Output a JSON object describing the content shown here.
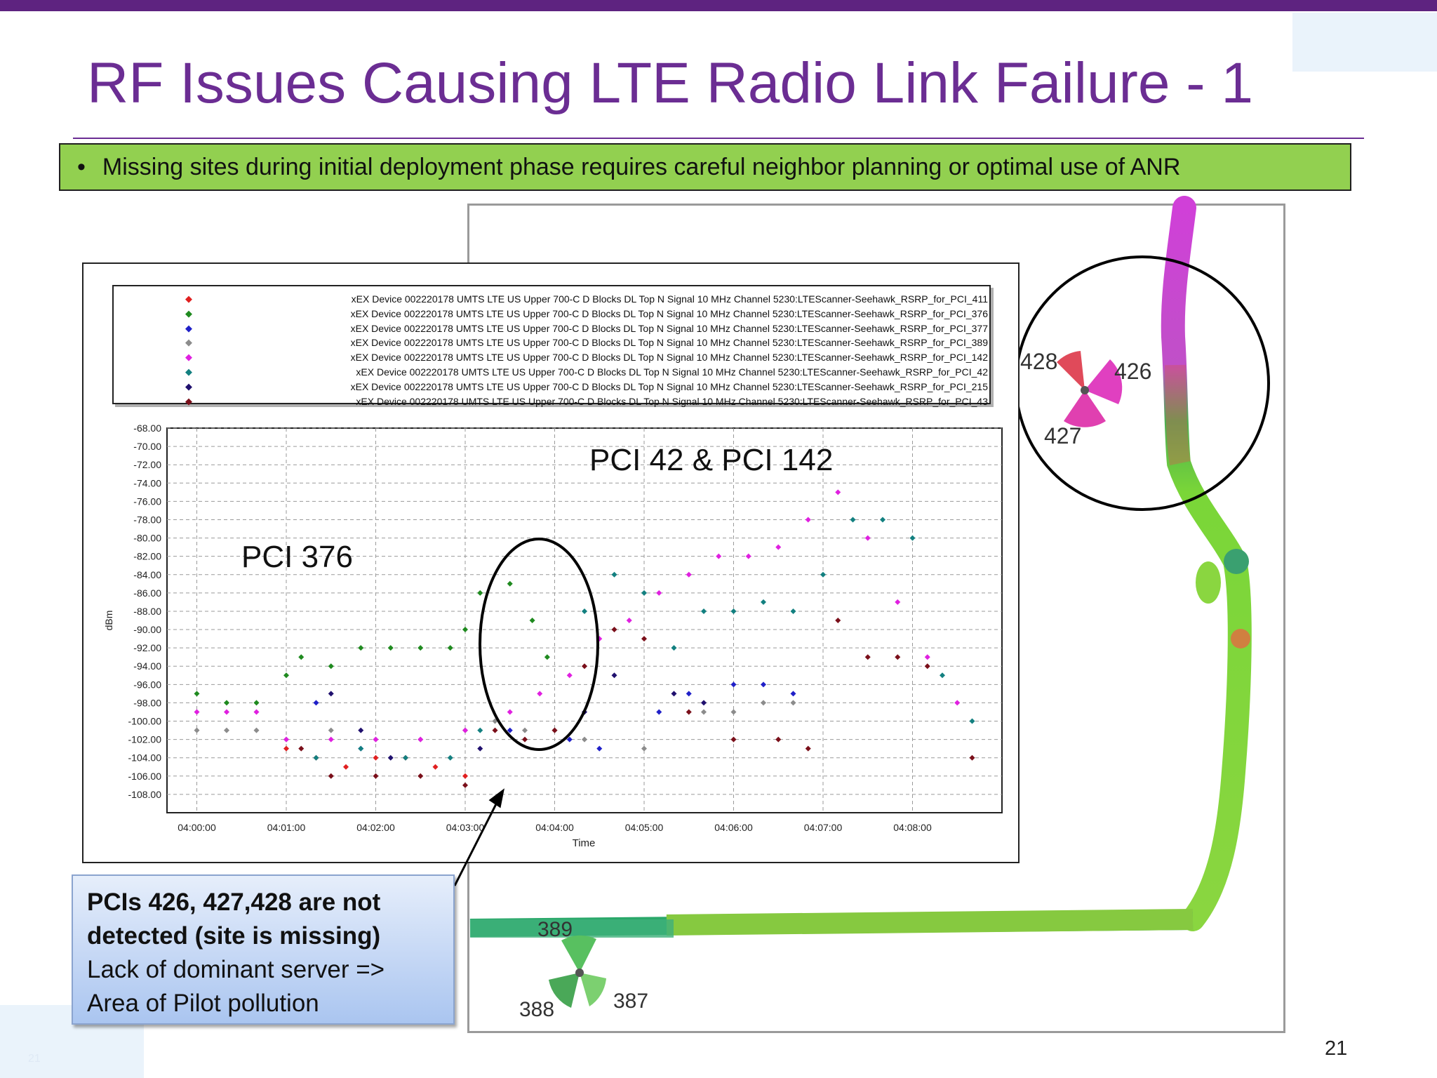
{
  "slide": {
    "title": "RF Issues Causing LTE Radio Link Failure - 1",
    "bullet": "Missing sites during initial deployment phase requires careful neighbor planning or optimal use of ANR",
    "bullet_symbol": "•",
    "page_number": "21",
    "page_number_faint": "21",
    "colors": {
      "title": "#6b2d93",
      "top_bar": "#5e2380",
      "bullet_bg": "#92d050",
      "annotation_bg": "#c3d5f5"
    }
  },
  "annotation": {
    "bold_line1": "PCIs 426, 427,428 are not",
    "bold_line2": "detected (site is missing)",
    "line3": "Lack of dominant server =>",
    "line4": "Area of Pilot pollution"
  },
  "map": {
    "site_missing_labels": [
      "428",
      "426",
      "427"
    ],
    "site_present_labels": [
      "389",
      "388",
      "387"
    ],
    "icons": [
      "missing-site-icon",
      "existing-site-icon"
    ]
  },
  "chart_data": {
    "type": "scatter",
    "title": "",
    "xlabel": "Time",
    "ylabel": "dBm",
    "xlim": [
      "04:00:00",
      "04:09:00"
    ],
    "ylim": [
      -110,
      -68
    ],
    "x_ticks": [
      "04:00:00",
      "04:01:00",
      "04:02:00",
      "04:03:00",
      "04:04:00",
      "04:05:00",
      "04:06:00",
      "04:07:00",
      "04:08:00"
    ],
    "y_ticks": [
      "-68.00",
      "-70.00",
      "-72.00",
      "-74.00",
      "-76.00",
      "-78.00",
      "-80.00",
      "-82.00",
      "-84.00",
      "-86.00",
      "-88.00",
      "-90.00",
      "-92.00",
      "-94.00",
      "-96.00",
      "-98.00",
      "-100.00",
      "-102.00",
      "-104.00",
      "-106.00",
      "-108.00"
    ],
    "grid": true,
    "legend_position": "top",
    "annotations": [
      "PCI 376",
      "PCI 42 & PCI 142"
    ],
    "series": [
      {
        "name": "xEX Device 002220178 UMTS LTE US Upper 700-C D Blocks DL Top N Signal 10 MHz Channel 5230:LTEScanner-Seehawk_RSRP_for_PCI_411",
        "color": "#e02020",
        "marker": "◆",
        "points": [
          [
            "04:01:00",
            -103
          ],
          [
            "04:01:20",
            -104
          ],
          [
            "04:01:40",
            -105
          ],
          [
            "04:02:00",
            -104
          ],
          [
            "04:02:20",
            -104
          ],
          [
            "04:02:40",
            -105
          ],
          [
            "04:03:00",
            -106
          ]
        ]
      },
      {
        "name": "xEX Device 002220178 UMTS LTE US Upper 700-C D Blocks DL Top N Signal 10 MHz Channel 5230:LTEScanner-Seehawk_RSRP_for_PCI_376",
        "color": "#1f8a1f",
        "marker": "◆",
        "points": [
          [
            "04:00:00",
            -97
          ],
          [
            "04:00:20",
            -98
          ],
          [
            "04:00:40",
            -98
          ],
          [
            "04:01:00",
            -95
          ],
          [
            "04:01:10",
            -93
          ],
          [
            "04:01:30",
            -94
          ],
          [
            "04:01:50",
            -92
          ],
          [
            "04:02:10",
            -92
          ],
          [
            "04:02:30",
            -92
          ],
          [
            "04:02:50",
            -92
          ],
          [
            "04:03:00",
            -90
          ],
          [
            "04:03:10",
            -86
          ],
          [
            "04:03:30",
            -85
          ],
          [
            "04:03:45",
            -89
          ],
          [
            "04:03:55",
            -93
          ]
        ]
      },
      {
        "name": "xEX Device 002220178 UMTS LTE US Upper 700-C D Blocks DL Top N Signal 10 MHz Channel 5230:LTEScanner-Seehawk_RSRP_for_PCI_377",
        "color": "#2020c8",
        "marker": "◆",
        "points": [
          [
            "04:01:20",
            -98
          ],
          [
            "04:01:50",
            -103
          ],
          [
            "04:03:30",
            -101
          ],
          [
            "04:04:10",
            -102
          ],
          [
            "04:04:30",
            -103
          ],
          [
            "04:05:10",
            -99
          ],
          [
            "04:05:30",
            -97
          ],
          [
            "04:06:00",
            -96
          ],
          [
            "04:06:20",
            -96
          ],
          [
            "04:06:40",
            -97
          ]
        ]
      },
      {
        "name": "xEX Device 002220178 UMTS LTE US Upper 700-C D Blocks DL Top N Signal 10 MHz Channel 5230:LTEScanner-Seehawk_RSRP_for_PCI_389",
        "color": "#8c8c8c",
        "marker": "◆",
        "points": [
          [
            "04:00:00",
            -101
          ],
          [
            "04:00:20",
            -101
          ],
          [
            "04:00:40",
            -101
          ],
          [
            "04:01:00",
            -102
          ],
          [
            "04:01:30",
            -101
          ],
          [
            "04:02:00",
            -102
          ],
          [
            "04:02:30",
            -102
          ],
          [
            "04:03:00",
            -101
          ],
          [
            "04:03:20",
            -100
          ],
          [
            "04:03:40",
            -101
          ],
          [
            "04:04:00",
            -101
          ],
          [
            "04:04:20",
            -102
          ],
          [
            "04:05:00",
            -103
          ],
          [
            "04:05:40",
            -99
          ],
          [
            "04:06:00",
            -99
          ],
          [
            "04:06:20",
            -98
          ],
          [
            "04:06:40",
            -98
          ]
        ]
      },
      {
        "name": "xEX Device 002220178 UMTS LTE US Upper 700-C D Blocks DL Top N Signal 10 MHz Channel 5230:LTEScanner-Seehawk_RSRP_for_PCI_142",
        "color": "#e020e0",
        "marker": "◆",
        "points": [
          [
            "04:00:00",
            -99
          ],
          [
            "04:00:20",
            -99
          ],
          [
            "04:00:40",
            -99
          ],
          [
            "04:01:00",
            -102
          ],
          [
            "04:01:30",
            -102
          ],
          [
            "04:02:00",
            -102
          ],
          [
            "04:02:30",
            -102
          ],
          [
            "04:03:00",
            -101
          ],
          [
            "04:03:30",
            -99
          ],
          [
            "04:03:50",
            -97
          ],
          [
            "04:04:10",
            -95
          ],
          [
            "04:04:30",
            -91
          ],
          [
            "04:04:50",
            -89
          ],
          [
            "04:05:10",
            -86
          ],
          [
            "04:05:30",
            -84
          ],
          [
            "04:05:50",
            -82
          ],
          [
            "04:06:10",
            -82
          ],
          [
            "04:06:30",
            -81
          ],
          [
            "04:06:50",
            -78
          ],
          [
            "04:07:10",
            -75
          ],
          [
            "04:07:30",
            -80
          ],
          [
            "04:07:50",
            -87
          ],
          [
            "04:08:10",
            -93
          ],
          [
            "04:08:30",
            -98
          ]
        ]
      },
      {
        "name": "xEX Device 002220178 UMTS LTE US Upper 700-C D Blocks DL Top N Signal 10 MHz Channel 5230:LTEScanner-Seehawk_RSRP_for_PCI_42",
        "color": "#138080",
        "marker": "◆",
        "points": [
          [
            "04:01:20",
            -104
          ],
          [
            "04:01:50",
            -103
          ],
          [
            "04:02:20",
            -104
          ],
          [
            "04:02:50",
            -104
          ],
          [
            "04:03:10",
            -101
          ],
          [
            "04:04:20",
            -88
          ],
          [
            "04:04:40",
            -84
          ],
          [
            "04:05:00",
            -86
          ],
          [
            "04:05:20",
            -92
          ],
          [
            "04:05:40",
            -88
          ],
          [
            "04:06:00",
            -88
          ],
          [
            "04:06:20",
            -87
          ],
          [
            "04:06:40",
            -88
          ],
          [
            "04:07:00",
            -84
          ],
          [
            "04:07:20",
            -78
          ],
          [
            "04:07:40",
            -78
          ],
          [
            "04:08:00",
            -80
          ],
          [
            "04:08:20",
            -95
          ],
          [
            "04:08:40",
            -100
          ]
        ]
      },
      {
        "name": "xEX Device 002220178 UMTS LTE US Upper 700-C D Blocks DL Top N Signal 10 MHz Channel 5230:LTEScanner-Seehawk_RSRP_for_PCI_215",
        "color": "#20106e",
        "marker": "◆",
        "points": [
          [
            "04:01:30",
            -97
          ],
          [
            "04:01:50",
            -101
          ],
          [
            "04:02:10",
            -104
          ],
          [
            "04:03:10",
            -103
          ],
          [
            "04:04:20",
            -99
          ],
          [
            "04:04:40",
            -95
          ],
          [
            "04:05:20",
            -97
          ],
          [
            "04:05:40",
            -98
          ]
        ]
      },
      {
        "name": "xEX Device 002220178 UMTS LTE US Upper 700-C D Blocks DL Top N Signal 10 MHz Channel 5230:LTEScanner-Seehawk_RSRP_for_PCI_43",
        "color": "#7a0f1a",
        "marker": "◆",
        "points": [
          [
            "04:01:10",
            -103
          ],
          [
            "04:01:30",
            -106
          ],
          [
            "04:02:00",
            -106
          ],
          [
            "04:02:30",
            -106
          ],
          [
            "04:03:00",
            -107
          ],
          [
            "04:03:20",
            -101
          ],
          [
            "04:03:40",
            -102
          ],
          [
            "04:04:00",
            -101
          ],
          [
            "04:04:20",
            -94
          ],
          [
            "04:04:40",
            -90
          ],
          [
            "04:05:00",
            -91
          ],
          [
            "04:05:30",
            -99
          ],
          [
            "04:06:00",
            -102
          ],
          [
            "04:06:30",
            -102
          ],
          [
            "04:06:50",
            -103
          ],
          [
            "04:07:10",
            -89
          ],
          [
            "04:07:30",
            -93
          ],
          [
            "04:07:50",
            -93
          ],
          [
            "04:08:10",
            -94
          ],
          [
            "04:08:40",
            -104
          ]
        ]
      }
    ]
  }
}
